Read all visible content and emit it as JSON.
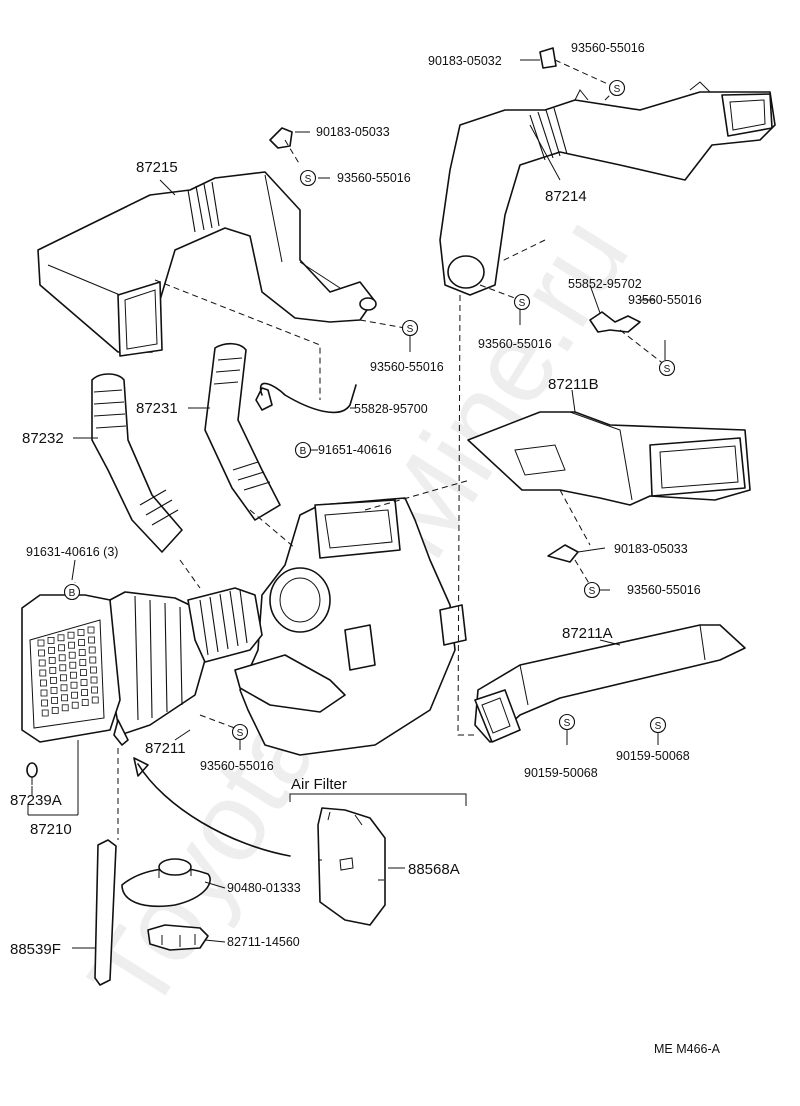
{
  "watermark": "ToyotaPartMine.ru",
  "diagram_code": "ME M466-A",
  "air_filter_heading": "Air Filter",
  "symbols": {
    "s": "S",
    "b": "B"
  },
  "labels": {
    "p87215": "87215",
    "p87214": "87214",
    "p87231": "87231",
    "p87232": "87232",
    "p87211B": "87211B",
    "p87211A": "87211A",
    "p87211": "87211",
    "p87239A": "87239A",
    "p87210": "87210",
    "p88539F": "88539F",
    "p88568A": "88568A",
    "n_90183_05032": "90183-05032",
    "n_93560_55016_top": "93560-55016",
    "n_90183_05033_top": "90183-05033",
    "n_93560_55016_a": "93560-55016",
    "n_93560_55016_b": "93560-55016",
    "n_93560_55016_c": "93560-55016",
    "n_55852_95702": "55852-95702",
    "n_93560_55016_d": "93560-55016",
    "n_55828_95700": "55828-95700",
    "n_91651_40616": "91651-40616",
    "n_91631_40616": "91631-40616 (3)",
    "n_90183_05033_mid": "90183-05033",
    "n_93560_55016_e": "93560-55016",
    "n_93560_55016_f": "93560-55016",
    "n_90159_50068_a": "90159-50068",
    "n_90159_50068_b": "90159-50068",
    "n_90480_01333": "90480-01333",
    "n_82711_14560": "82711-14560"
  }
}
